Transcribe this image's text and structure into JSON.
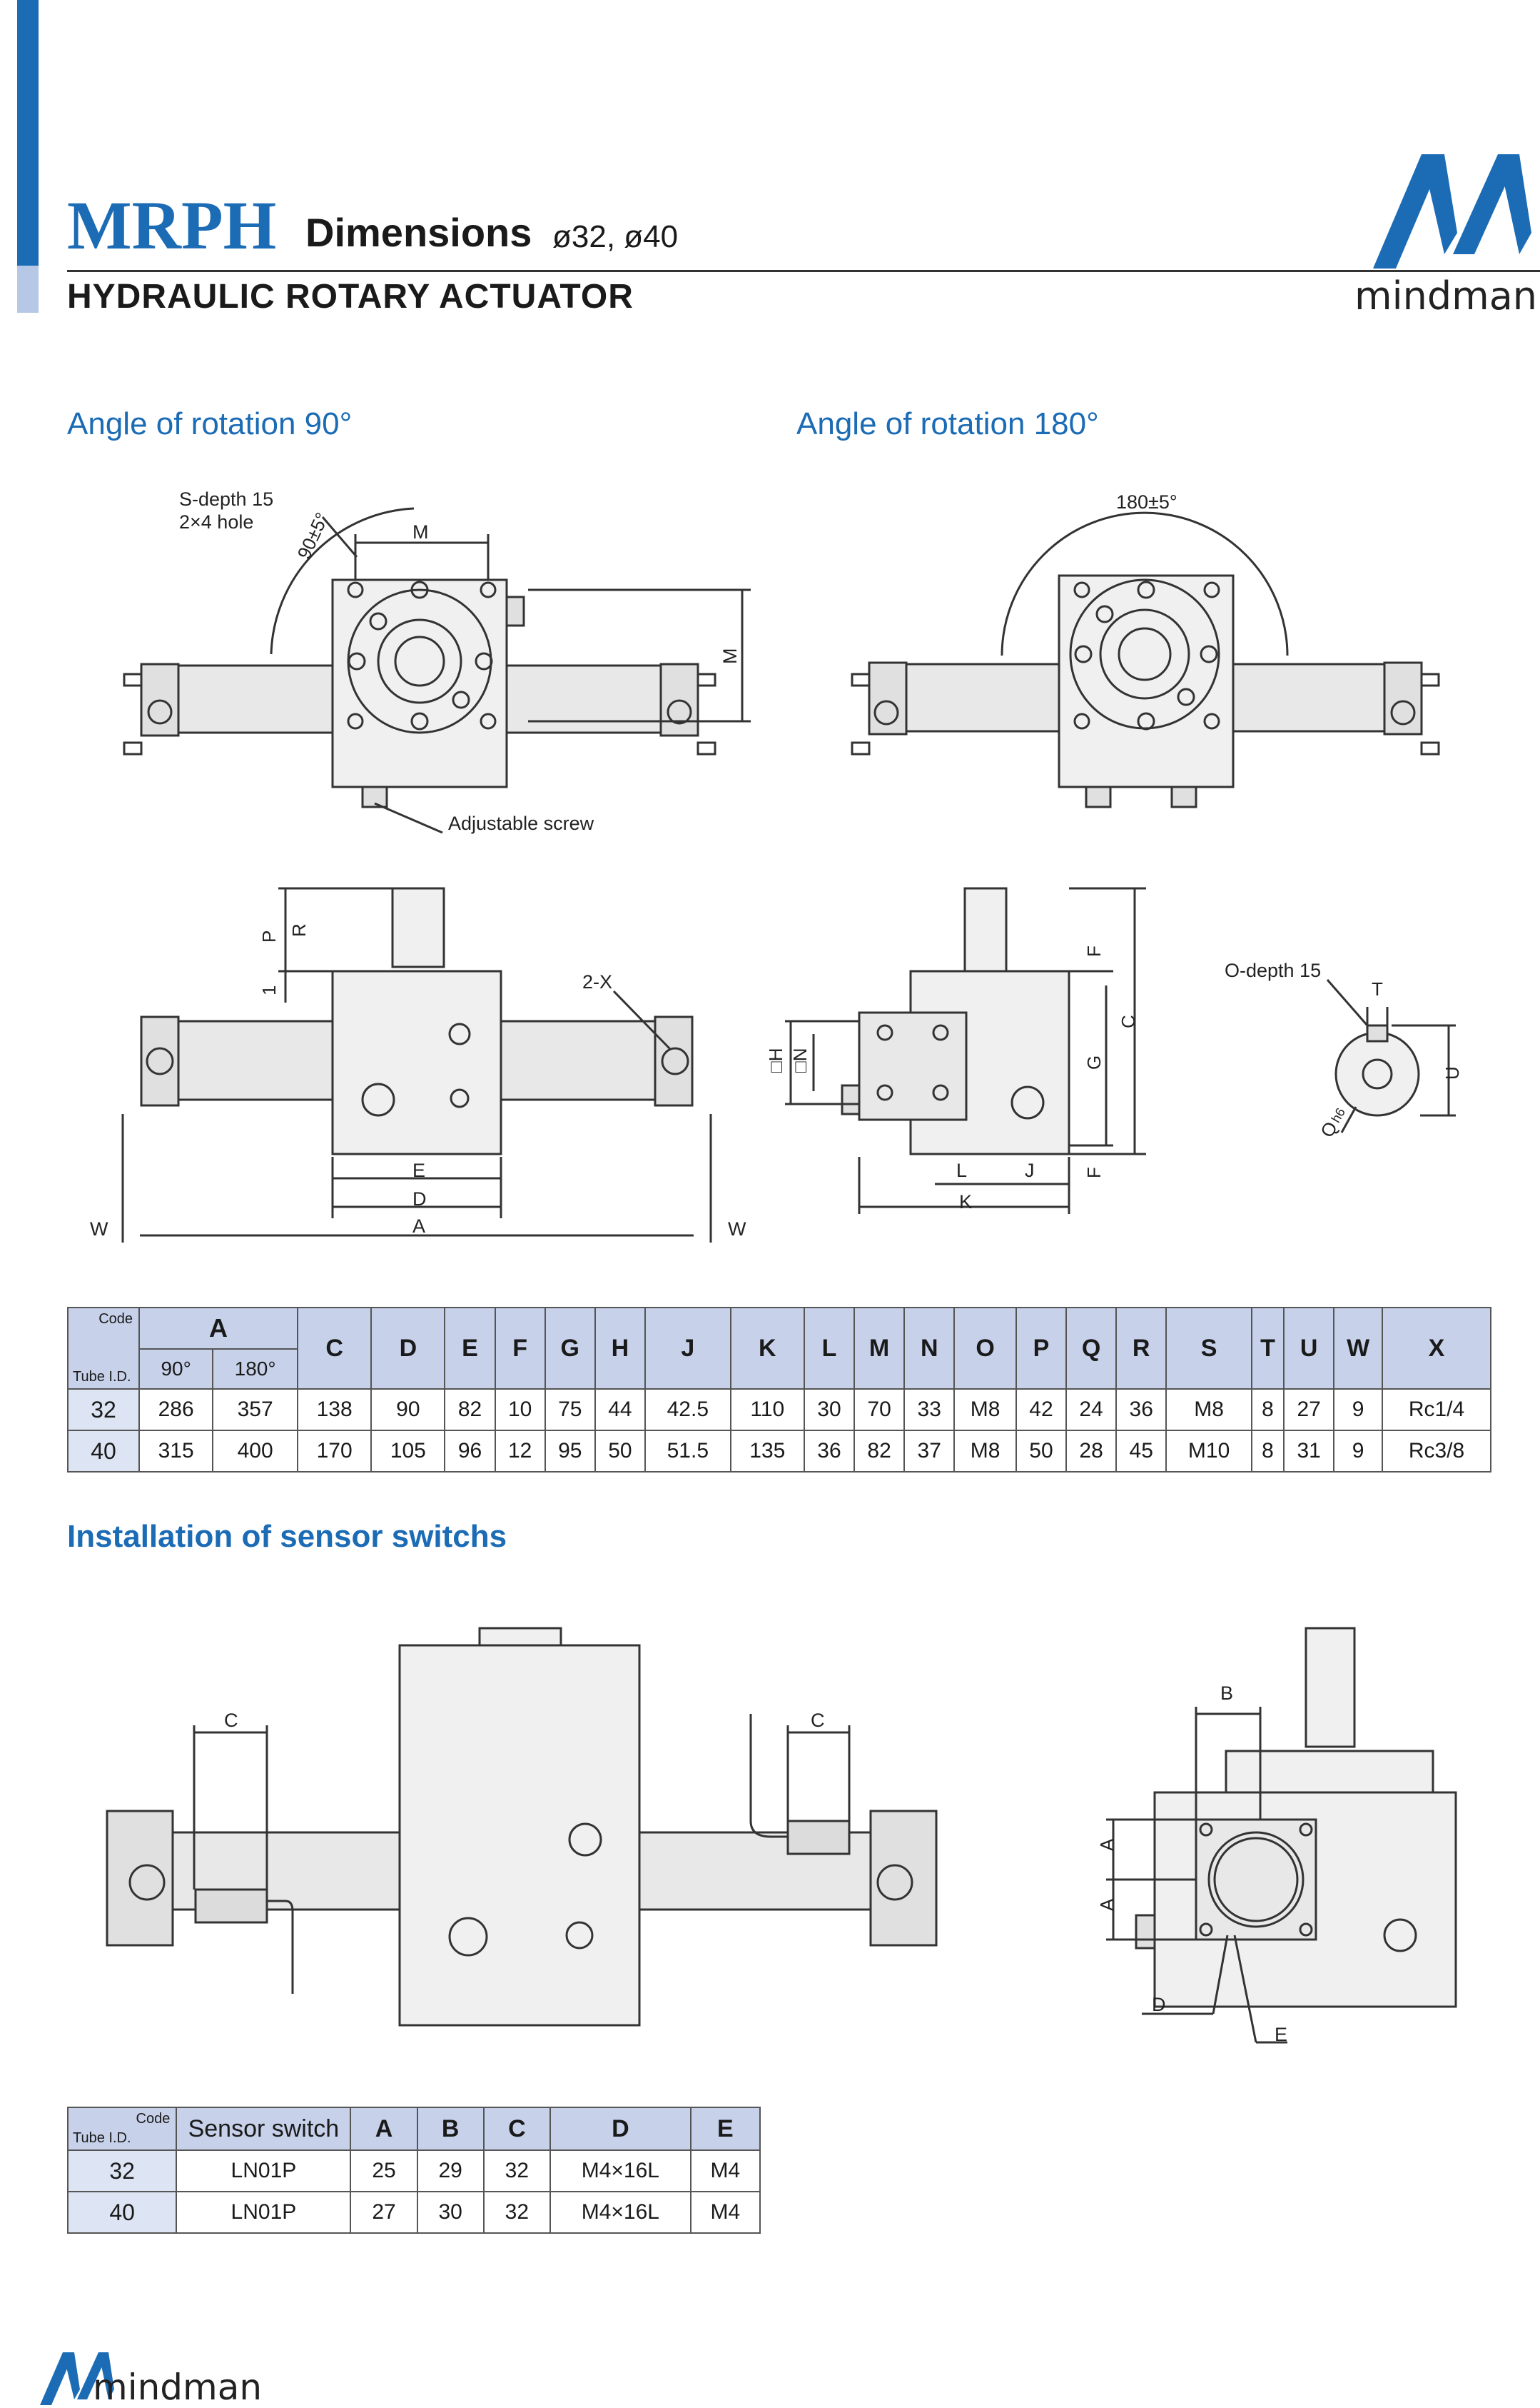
{
  "header": {
    "product": "MRPH",
    "title": "Dimensions",
    "sizes": "ø32, ø40",
    "subtitle": "HYDRAULIC ROTARY ACTUATOR",
    "brand": "mindman"
  },
  "sections": {
    "rot90": "Angle of rotation 90°",
    "rot180": "Angle of rotation 180°",
    "sensor": "Installation of sensor switchs"
  },
  "drawing_labels": {
    "s_depth": "S-depth 15",
    "hole": "2×4 hole",
    "angle90": "90±5°",
    "angle180": "180±5°",
    "adjustable_screw": "Adjustable screw",
    "two_x": "2-X",
    "o_depth": "O-depth 15",
    "q": "Q",
    "h6": "h6",
    "M": "M",
    "P": "P",
    "R": "R",
    "one": "1",
    "E": "E",
    "D": "D",
    "A": "A",
    "W": "W",
    "F": "F",
    "G": "G",
    "C": "C",
    "H": "□H",
    "N": "□N",
    "L": "L",
    "J": "J",
    "K": "K",
    "T": "T",
    "U": "U",
    "B": "B"
  },
  "dim_table": {
    "code_label": "Code",
    "tube_label": "Tube I.D.",
    "a_label": "A",
    "a_sub": [
      "90°",
      "180°"
    ],
    "columns": [
      "C",
      "D",
      "E",
      "F",
      "G",
      "H",
      "J",
      "K",
      "L",
      "M",
      "N",
      "O",
      "P",
      "Q",
      "R",
      "S",
      "T",
      "U",
      "W",
      "X"
    ],
    "rows": [
      {
        "tube": "32",
        "values": [
          "286",
          "357",
          "138",
          "90",
          "82",
          "10",
          "75",
          "44",
          "42.5",
          "110",
          "30",
          "70",
          "33",
          "M8",
          "42",
          "24",
          "36",
          "M8",
          "8",
          "27",
          "9",
          "Rc1/4"
        ]
      },
      {
        "tube": "40",
        "values": [
          "315",
          "400",
          "170",
          "105",
          "96",
          "12",
          "95",
          "50",
          "51.5",
          "135",
          "36",
          "82",
          "37",
          "M8",
          "50",
          "28",
          "45",
          "M10",
          "8",
          "31",
          "9",
          "Rc3/8"
        ]
      }
    ]
  },
  "sensor_table": {
    "code_label": "Code",
    "tube_label": "Tube I.D.",
    "columns": [
      "Sensor switch",
      "A",
      "B",
      "C",
      "D",
      "E"
    ],
    "rows": [
      {
        "tube": "32",
        "values": [
          "LN01P",
          "25",
          "29",
          "32",
          "M4×16L",
          "M4"
        ]
      },
      {
        "tube": "40",
        "values": [
          "LN01P",
          "27",
          "30",
          "32",
          "M4×16L",
          "M4"
        ]
      }
    ]
  },
  "colors": {
    "brand_blue": "#1b6bb5",
    "header_fill": "#c7d1ea",
    "sidebar_light": "#b7c7e6"
  }
}
